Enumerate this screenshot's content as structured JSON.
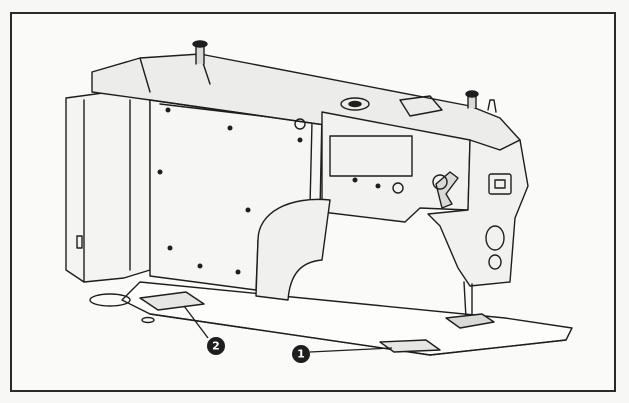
{
  "figure": {
    "callouts": [
      {
        "id": "1",
        "label": "1"
      },
      {
        "id": "2",
        "label": "2"
      }
    ]
  },
  "colors": {
    "line": "#1e1e1e",
    "paper": "#fafaf8",
    "shade": "#d9d9d6"
  },
  "icons": [
    "sewing-machine-illustration",
    "numbered-callout-marker"
  ]
}
